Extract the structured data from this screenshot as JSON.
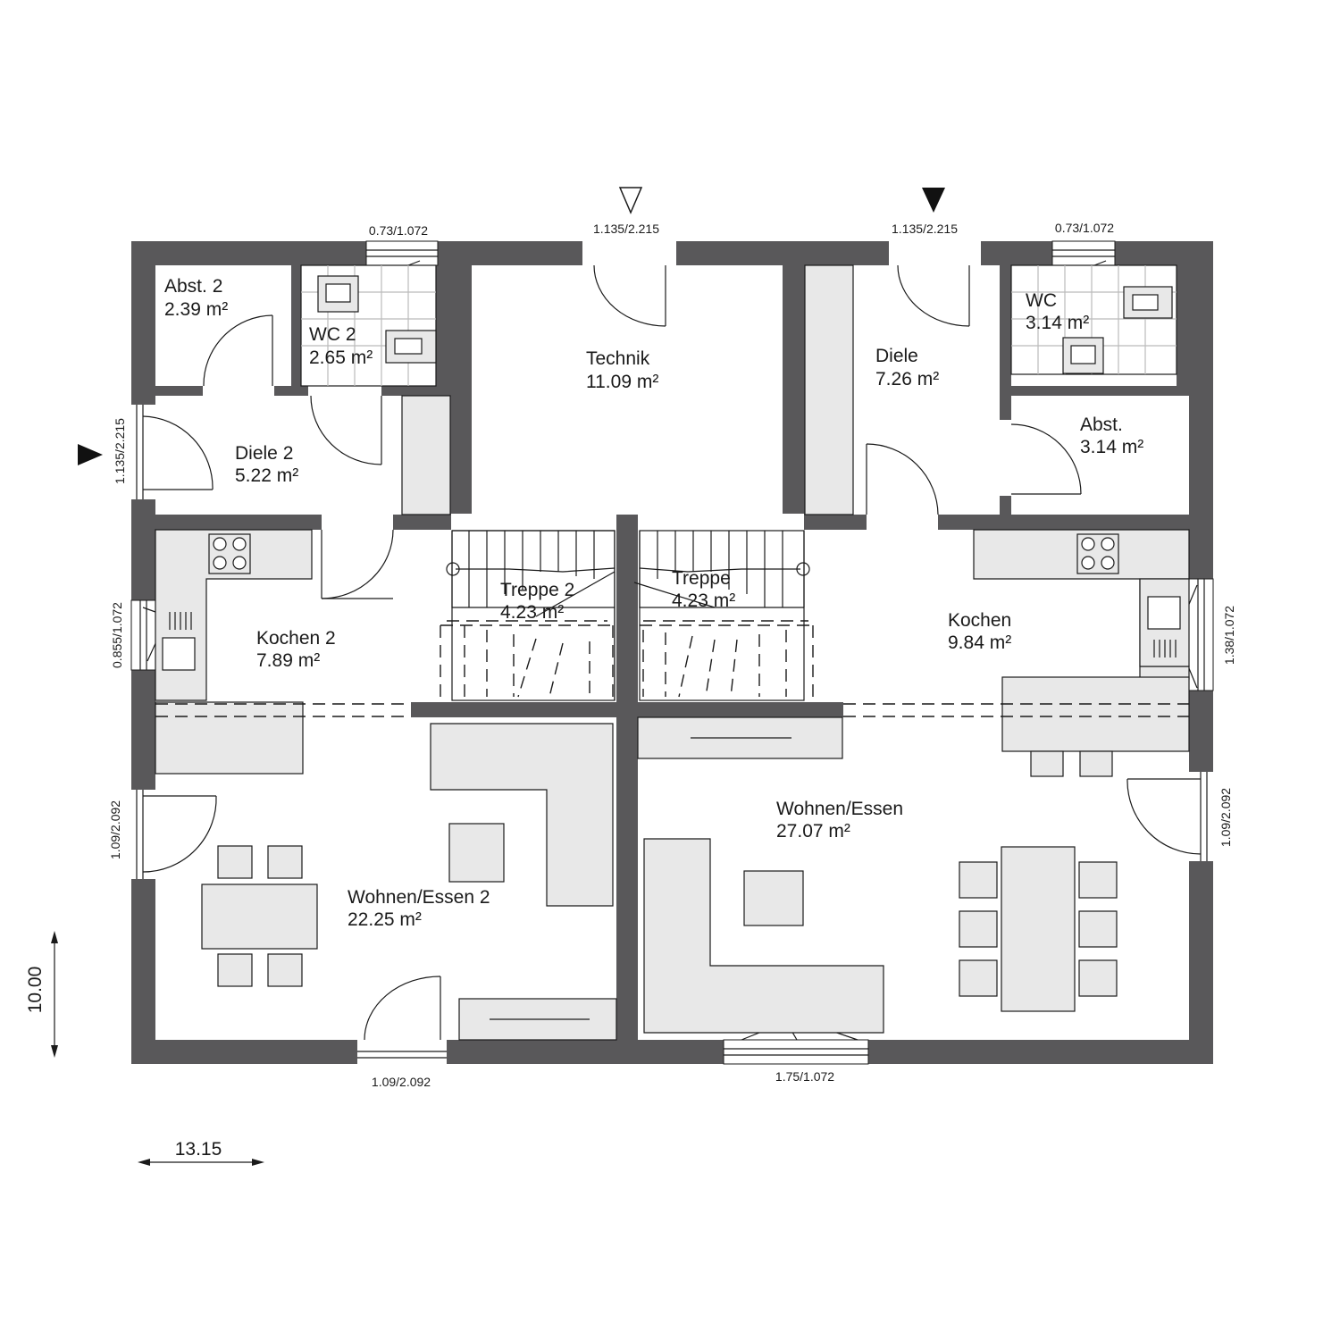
{
  "rooms": {
    "abst2": {
      "name": "Abst. 2",
      "area": "2.39 m²"
    },
    "wc2": {
      "name": "WC 2",
      "area": "2.65 m²"
    },
    "technik": {
      "name": "Technik",
      "area": "11.09 m²"
    },
    "diele": {
      "name": "Diele",
      "area": "7.26 m²"
    },
    "wc": {
      "name": "WC",
      "area": "3.14 m²"
    },
    "abst": {
      "name": "Abst.",
      "area": "3.14 m²"
    },
    "diele2": {
      "name": "Diele 2",
      "area": "5.22 m²"
    },
    "kochen2": {
      "name": "Kochen 2",
      "area": "7.89 m²"
    },
    "treppe2": {
      "name": "Treppe 2",
      "area": "4.23 m²"
    },
    "treppe": {
      "name": "Treppe",
      "area": "4.23 m²"
    },
    "kochen": {
      "name": "Kochen",
      "area": "9.84 m²"
    },
    "wohnen": {
      "name": "Wohnen/Essen",
      "area": "27.07 m²"
    },
    "wohnen2": {
      "name": "Wohnen/Essen 2",
      "area": "22.25 m²"
    }
  },
  "openings": {
    "top_window_left": "0.73/1.072",
    "top_door_mid": "1.135/2.215",
    "top_door_right": "1.135/2.215",
    "top_window_right": "0.73/1.072",
    "left_door": "1.135/2.215",
    "left_window": "0.855/1.072",
    "left_terrace": "1.09/2.092",
    "right_window": "1.38/1.072",
    "right_terrace": "1.09/2.092",
    "bottom_door": "1.09/2.092",
    "bottom_window": "1.75/1.072"
  },
  "dimensions": {
    "depth": "10.00",
    "width": "13.15"
  }
}
